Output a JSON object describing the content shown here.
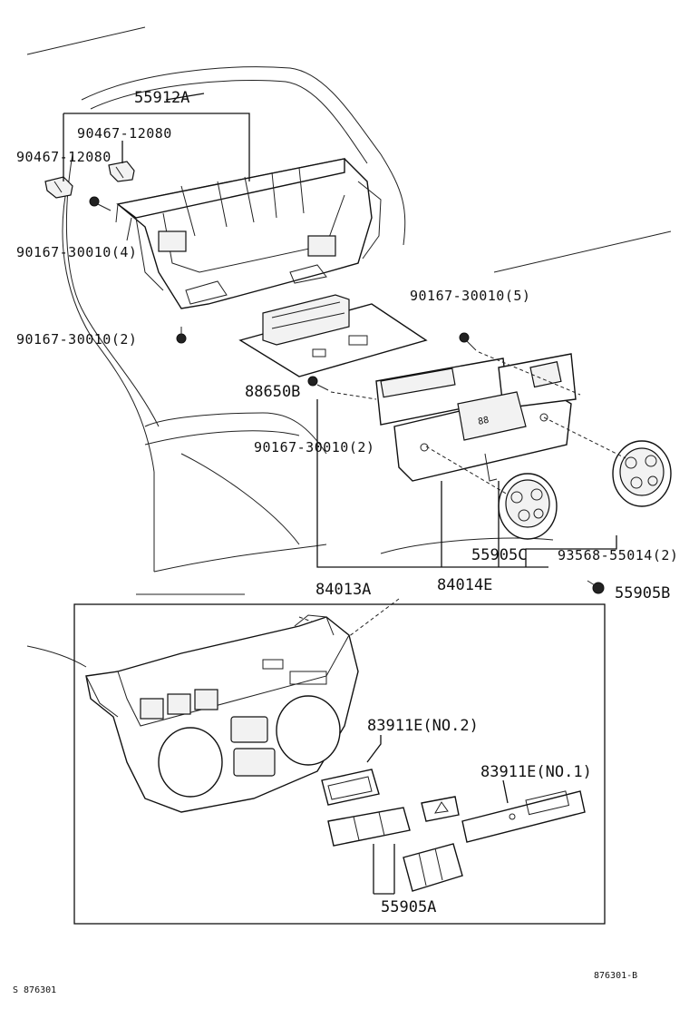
{
  "diagram": {
    "part_labels": {
      "p55912A": "55912A",
      "p90467_a": "90467-12080",
      "p90467_b": "90467-12080",
      "p90167_4": "90167-30010(4)",
      "p90167_2a": "90167-30010(2)",
      "p90167_5": "90167-30010(5)",
      "p88650B": "88650B",
      "p90167_2b": "90167-30010(2)",
      "p55905C": "55905C",
      "p93568": "93568-55014(2)",
      "p84013A": "84013A",
      "p84014E": "84014E",
      "p55905B": "55905B",
      "p83911E_2": "83911E(NO.2)",
      "p83911E_1": "83911E(NO.1)",
      "p55905A": "55905A"
    },
    "footer": {
      "left_code": "S 876301",
      "right_code": "876301-B"
    }
  }
}
